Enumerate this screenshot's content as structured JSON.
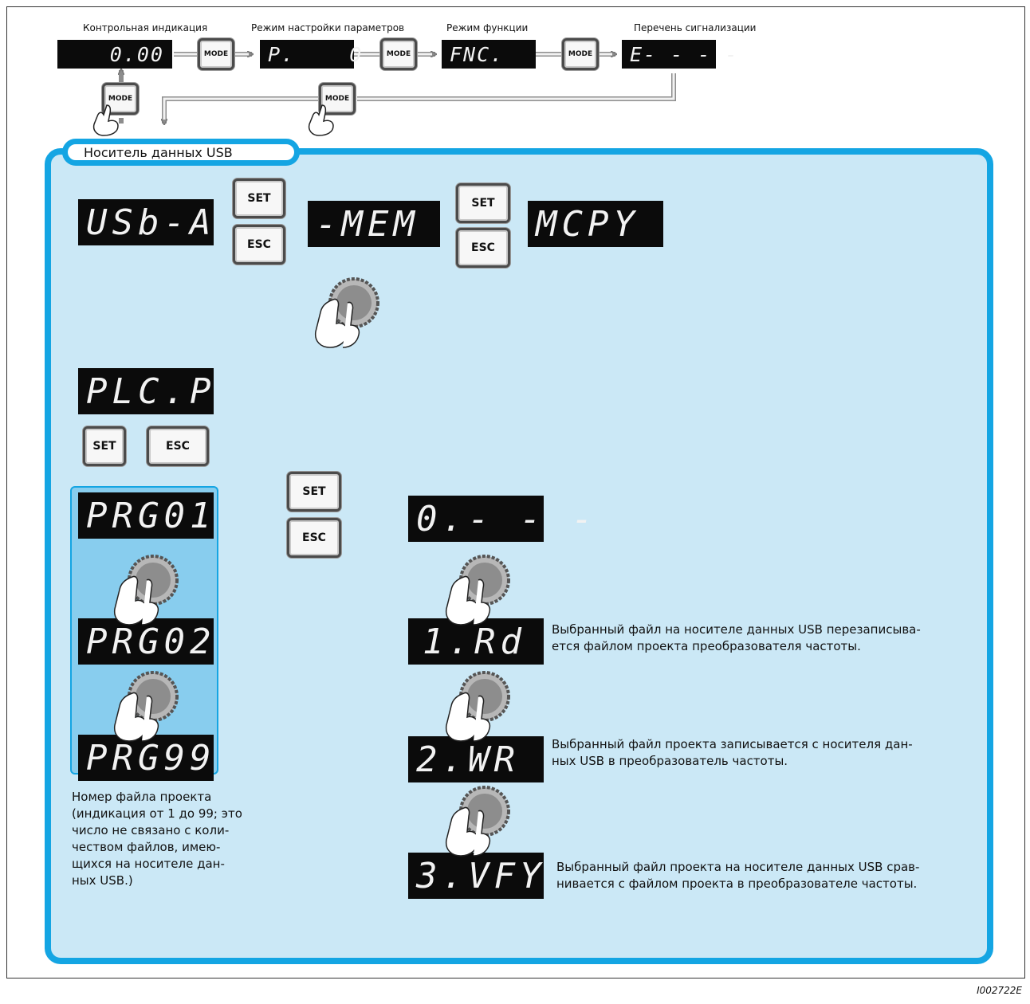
{
  "top": {
    "labels": {
      "monitor": "Контрольная индикация",
      "params": "Режим настройки параметров",
      "function": "Режим функции",
      "alarms": "Перечень сигнализации"
    },
    "displays": {
      "monitor": "0.00",
      "params": "P.    0",
      "function": "FNC.",
      "alarms": "E- - - -"
    },
    "key_label": "MODE"
  },
  "usb": {
    "tab_title": "Носитель данных USB",
    "displays": {
      "usb_a": "USb-A",
      "mem": "-MEM",
      "mcpy": "MCPY",
      "plcp": "PLC.P",
      "prg01": "PRG01",
      "prg02": "PRG02",
      "prg99": "PRG99",
      "zero": "0.- - -",
      "rd": "1.Rd",
      "wr": "2.WR",
      "vfy": "3.VFY"
    },
    "keys": {
      "set": "SET",
      "esc": "ESC"
    },
    "descriptions": {
      "rd": "Выбранный файл на носителе данных USB перезаписыва-\nется файлом проекта преобразователя частоты.",
      "wr": "Выбранный файл проекта записывается с носителя дан-\nных USB в преобразователь частоты.",
      "vfy": "Выбранный файл проекта на носителе данных USB срав-\nнивается с файлом проекта в преобразователе частоты."
    },
    "prg_note": "Номер файла проекта\n(индикация от 1 до 99; это\nчисло не связано с коли-\nчеством файлов, имею-\nщихся на носителе дан-\nных USB.)"
  },
  "figure_id": "I002722E",
  "colors": {
    "accent": "#14a5e3",
    "panel": "#cbe8f6",
    "prg_box": "#88cdee",
    "display": "#0b0b0b"
  },
  "icons": [
    "mode-key",
    "set-key",
    "esc-key",
    "pressing-hand-icon",
    "setting-dial-icon"
  ]
}
